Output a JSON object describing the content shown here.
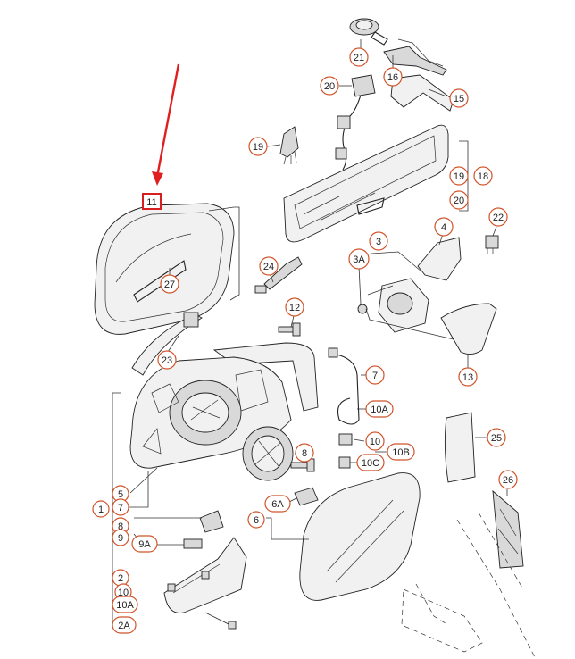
{
  "colors": {
    "accent": "#d0542a",
    "highlight_box": "#d81e1e",
    "arrow": "#e02020",
    "line": "#222222"
  },
  "labels": {
    "l21": "21",
    "l16": "16",
    "l20": "20",
    "l15": "15",
    "l19a": "19",
    "l19b": "19",
    "l18": "18",
    "l20b": "20",
    "l11": "11",
    "l27": "27",
    "l22": "22",
    "l4": "4",
    "l3": "3",
    "l3a": "3A",
    "l24": "24",
    "l12": "12",
    "l23": "23",
    "l13": "13",
    "l7": "7",
    "l10a": "10A",
    "l10": "10",
    "l10b": "10B",
    "l10c": "10C",
    "l25": "25",
    "l8": "8",
    "l26": "26",
    "l5": "5",
    "l7b": "7",
    "l1": "1",
    "l6a": "6A",
    "l6": "6",
    "l8b": "8",
    "l9": "9",
    "l9a": "9A",
    "l2": "2",
    "l10d": "10",
    "l10e": "10A",
    "l2a": "2A"
  }
}
